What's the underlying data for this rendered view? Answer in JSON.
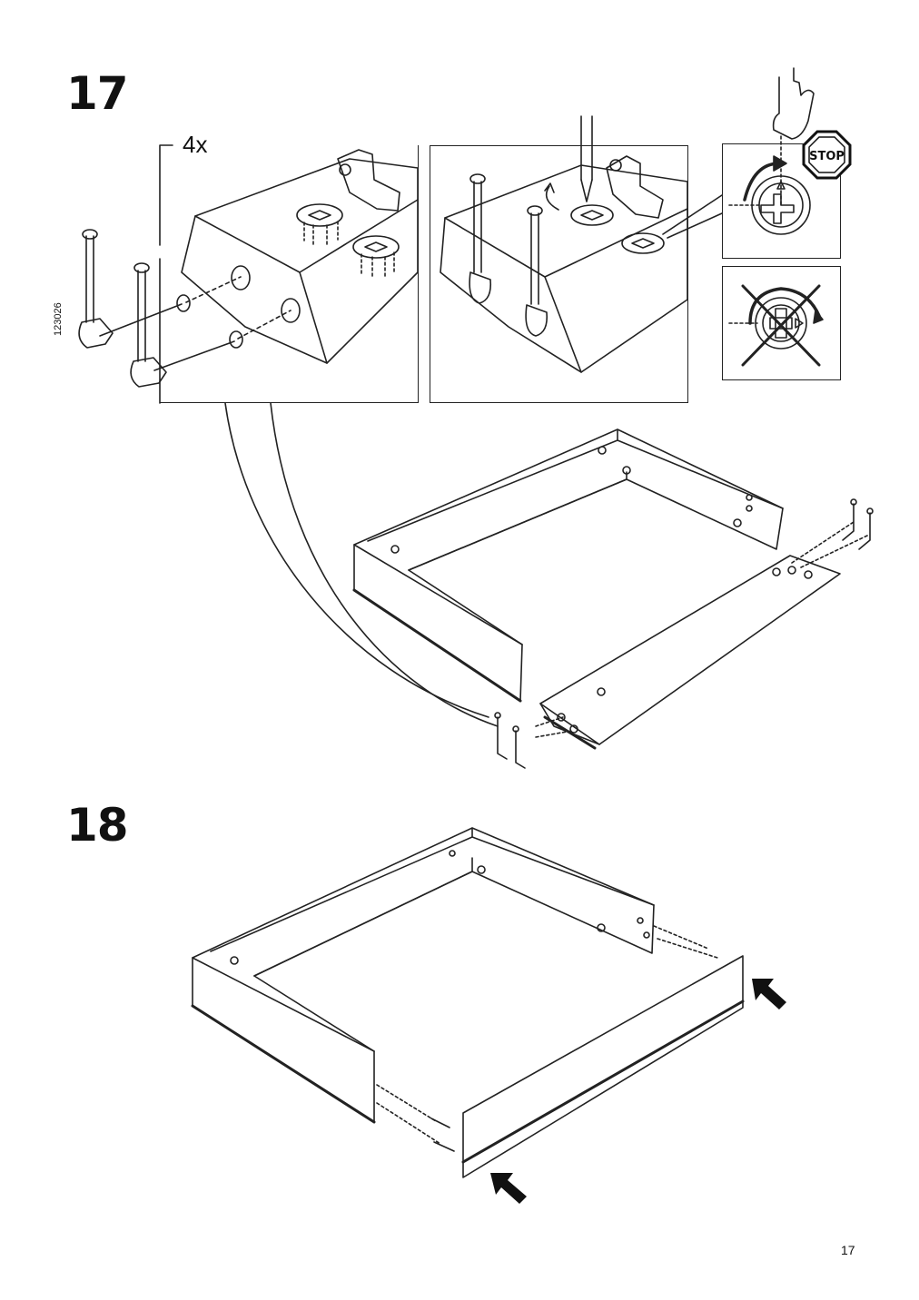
{
  "steps": [
    {
      "number": "17",
      "quantity": "4x"
    },
    {
      "number": "18"
    }
  ],
  "article_code": "123026",
  "stop_sign_text": "STOP",
  "page_number": "17",
  "icons": [
    "hand-pointing-icon",
    "stop-sign-icon",
    "turn-clockwise-arrow-icon",
    "cam-lock-icon",
    "prohibited-overturn-icon",
    "push-arrow-icon"
  ]
}
